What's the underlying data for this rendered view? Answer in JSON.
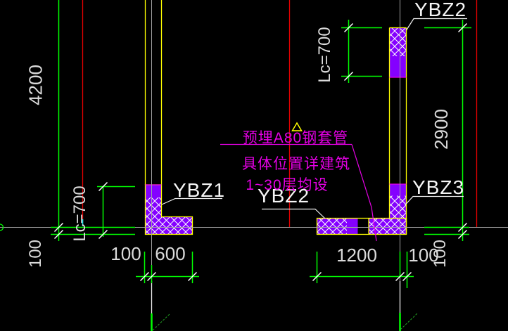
{
  "drawing_title": "shear-wall boundary element plan detail",
  "colors": {
    "background": "#000000",
    "dimension_green": "#00FF00",
    "axis_dark_green": "#22A022",
    "wall_outline_yellow": "#FFFF00",
    "grid_red": "#E80000",
    "annotation_magenta": "#E600E6",
    "column_fill_purple": "#8400FF",
    "centerline_gray": "#A3A3A3",
    "leader_white": "#F0F0F0",
    "marker_cyan": "#00E5E5",
    "dimension_text": "#DBDBDB",
    "label_text": "#F5F5F5"
  },
  "labels": {
    "ybz2_top": "YBZ2",
    "ybz1": "YBZ1",
    "ybz2_bottom": "YBZ2",
    "ybz3": "YBZ3"
  },
  "dimensions": {
    "left_height": "4200",
    "lc_left": "Lc=700",
    "lc_right": "Lc=700",
    "right_height": "2900",
    "left_wall_offset": "100",
    "left_seg1": "100",
    "left_seg2": "600",
    "bottom_seg1": "1200",
    "bottom_seg2": "100",
    "right_wall_offset": "100"
  },
  "annotation": {
    "line1": "预埋A80钢套管",
    "line2": "具体位置详建筑",
    "line3": "1~30层均设"
  }
}
